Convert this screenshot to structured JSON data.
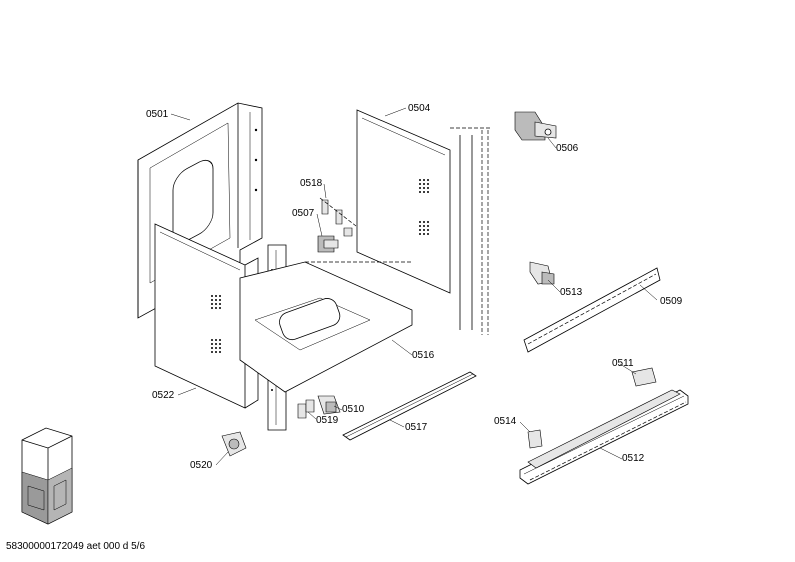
{
  "document": {
    "code": "58300000172049 aet 000 d 5/6"
  },
  "parts": [
    {
      "id": "p0501",
      "label": "0501"
    },
    {
      "id": "p0504",
      "label": "0504"
    },
    {
      "id": "p0506",
      "label": "0506"
    },
    {
      "id": "p0518",
      "label": "0518"
    },
    {
      "id": "p0507",
      "label": "0507"
    },
    {
      "id": "p0513",
      "label": "0513"
    },
    {
      "id": "p0509",
      "label": "0509"
    },
    {
      "id": "p0516",
      "label": "0516"
    },
    {
      "id": "p0522",
      "label": "0522"
    },
    {
      "id": "p0511",
      "label": "0511"
    },
    {
      "id": "p0510",
      "label": "0510"
    },
    {
      "id": "p0519",
      "label": "0519"
    },
    {
      "id": "p0517",
      "label": "0517"
    },
    {
      "id": "p0514",
      "label": "0514"
    },
    {
      "id": "p0512",
      "label": "0512"
    },
    {
      "id": "p0520",
      "label": "0520"
    }
  ],
  "icons": {
    "thumbnail": "appliance-thumbnail-icon"
  }
}
